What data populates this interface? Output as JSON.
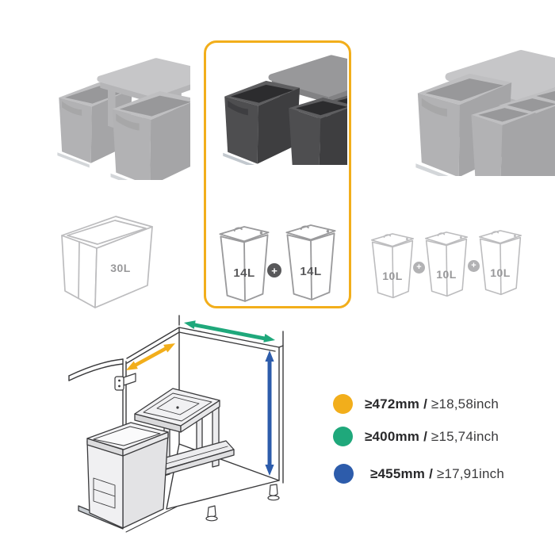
{
  "ui": {
    "background": "#ffffff",
    "highlight_border_color": "#F2AE1B"
  },
  "variants": {
    "left": {
      "icon": "pullout-bin-variant-2-containers-icon",
      "state": "inactive"
    },
    "middle": {
      "icon": "pullout-bin-variant-2-containers-icon",
      "state": "selected"
    },
    "right": {
      "icon": "pullout-bin-variant-3-containers-icon",
      "state": "inactive"
    }
  },
  "capacities": {
    "standalone": {
      "label": "30L"
    },
    "selected": {
      "labels": [
        "14L",
        "14L"
      ],
      "plus": "+"
    },
    "alternative": {
      "labels": [
        "10L",
        "10L",
        "10L"
      ],
      "plus": "+"
    }
  },
  "badges": {
    "selected_bg": "#58585A",
    "inactive_bg": "#B2B2B4"
  },
  "legend": [
    {
      "icon": "yellow-dot",
      "color": "#F2AE1B",
      "metric": "≥472mm",
      "separator": "/",
      "imperial": "≥18,58inch"
    },
    {
      "icon": "green-dot",
      "color": "#1FA87B",
      "metric": "≥400mm",
      "separator": "/",
      "imperial": "≥15,74inch"
    },
    {
      "icon": "blue-dot",
      "color": "#2D5CAB",
      "metric": "≥455mm",
      "separator": "/",
      "imperial": "≥17,91inch"
    }
  ],
  "diagram": {
    "arrows": {
      "door_width": {
        "icon": "diagonal-double-arrow",
        "color": "#F2AE1B"
      },
      "depth": {
        "icon": "horizontal-double-arrow",
        "color": "#1FA87B"
      },
      "height": {
        "icon": "vertical-double-arrow",
        "color": "#2D5CAB"
      }
    }
  }
}
